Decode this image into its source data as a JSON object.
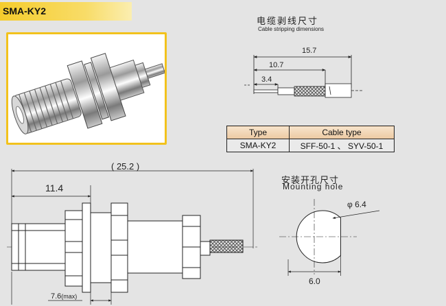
{
  "header": {
    "title": "SMA-KY2"
  },
  "stripping": {
    "title_cn": "电缆剥线尺寸",
    "title_en": "Cable stripping dimensions",
    "dim_total": "15.7",
    "dim_mid": "10.7",
    "dim_short": "3.4"
  },
  "spec_table": {
    "headers": [
      "Type",
      "Cable type"
    ],
    "rows": [
      [
        "SMA-KY2",
        "SFF-50-1 、 SYV-50-1"
      ]
    ]
  },
  "drawing": {
    "overall_length": "( 25.2 )",
    "front_length": "11.4",
    "panel_thickness": "7.6",
    "panel_thickness_note": "(max)"
  },
  "mounting_hole": {
    "title_cn": "安装开孔尺寸",
    "title_en": "Mounting hole",
    "diameter": "φ 6.4",
    "flat_width": "6.0"
  },
  "colors": {
    "title_bar": "#f5cc2c",
    "photo_border": "#f2c21c",
    "table_header": "#f0d2b0",
    "background": "#e4e4e4"
  }
}
